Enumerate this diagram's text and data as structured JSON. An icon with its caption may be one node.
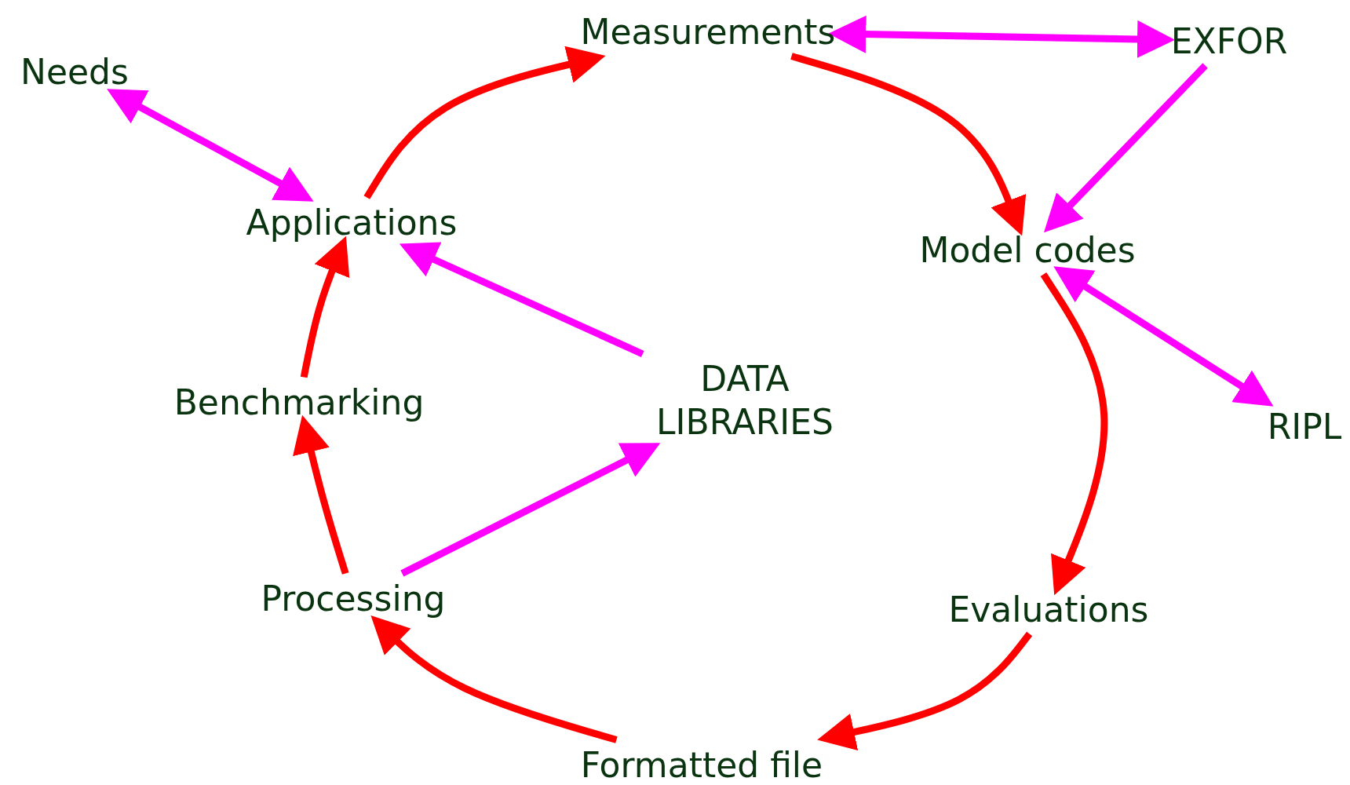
{
  "diagram": {
    "nodes": [
      {
        "text": [
          "Measurements"
        ]
      },
      {
        "text": [
          "EXFOR"
        ]
      },
      {
        "text": [
          "Needs"
        ]
      },
      {
        "text": [
          "Applications"
        ]
      },
      {
        "text": [
          "Model codes"
        ]
      },
      {
        "text": [
          "DATA LIBRARIES"
        ]
      },
      {
        "text": [
          "Benchmarking"
        ]
      },
      {
        "text": [
          "RIPL"
        ]
      },
      {
        "text": [
          "Processing"
        ]
      },
      {
        "text": [
          "Evaluations"
        ]
      },
      {
        "text": [
          "Formatted file"
        ]
      }
    ],
    "edges": [
      {
        "from": 3,
        "to": 0,
        "arrow": "to"
      },
      {
        "from": 0,
        "to": 4,
        "arrow": "to"
      },
      {
        "from": 4,
        "to": 9,
        "arrow": "to"
      },
      {
        "from": 9,
        "to": 10,
        "arrow": "to"
      },
      {
        "from": 10,
        "to": 8,
        "arrow": "to"
      },
      {
        "from": 8,
        "to": 6,
        "arrow": "to"
      },
      {
        "from": 6,
        "to": 3,
        "arrow": "to"
      },
      {
        "from": 0,
        "to": 1,
        "arrow": "both",
        "color": "#ff00ff"
      },
      {
        "from": 1,
        "to": 4,
        "arrow": "to",
        "color": "#ff00ff"
      },
      {
        "from": 2,
        "to": 3,
        "arrow": "both",
        "color": "#ff00ff"
      },
      {
        "from": 5,
        "to": 3,
        "arrow": "to",
        "color": "#ff00ff"
      },
      {
        "from": 8,
        "to": 5,
        "arrow": "to",
        "color": "#ff00ff"
      },
      {
        "from": 4,
        "to": 7,
        "arrow": "both",
        "color": "#ff00ff"
      }
    ]
  }
}
